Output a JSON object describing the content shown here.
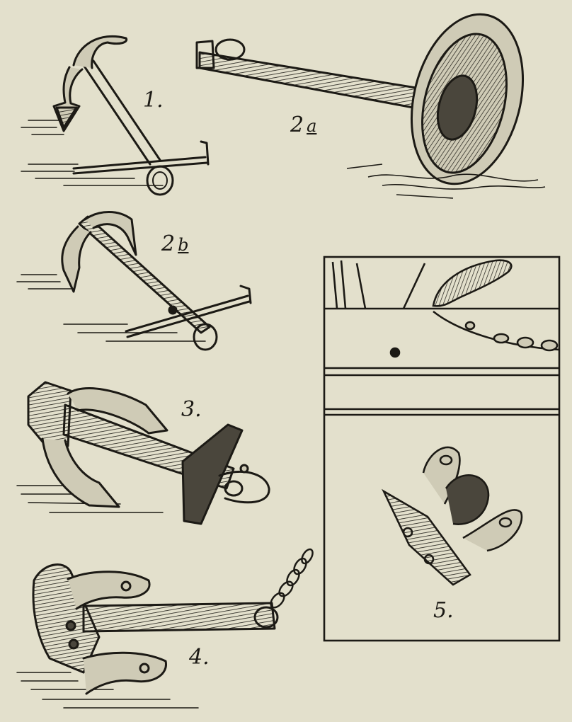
{
  "figures": [
    {
      "id": "1",
      "label": "1."
    },
    {
      "id": "2a",
      "number": "2",
      "letter": "a"
    },
    {
      "id": "2b",
      "number": "2",
      "letter": "b"
    },
    {
      "id": "3",
      "label": "3."
    },
    {
      "id": "4",
      "label": "4."
    },
    {
      "id": "5",
      "label": "5."
    }
  ],
  "colors": {
    "paper": "#e3e0cc",
    "ink": "#1c1a15",
    "shade": "#4a463c"
  }
}
